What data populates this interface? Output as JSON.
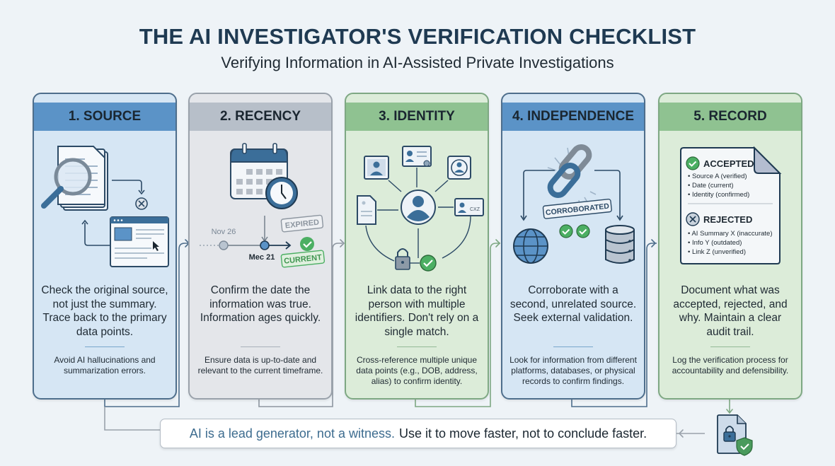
{
  "header": {
    "title": "THE AI INVESTIGATOR'S VERIFICATION CHECKLIST",
    "subtitle": "Verifying Information in AI-Assisted Private Investigations"
  },
  "steps": [
    {
      "title": "1. SOURCE",
      "main": "Check the original source, not just the summary. Trace back to the primary data points.",
      "note": "Avoid AI hallucinations and summarization errors.",
      "icons": [
        "magnifier-documents-icon",
        "reject-x-icon",
        "browser-window-icon",
        "cursor-icon"
      ]
    },
    {
      "title": "2. RECENCY",
      "main": "Confirm the date the information was true. Information ages quickly.",
      "note": "Ensure data is up-to-date and relevant to the current timeframe.",
      "timeline": {
        "old_date": "Nov 26",
        "current_date": "Mec 21",
        "expired_label": "EXPIRED",
        "current_label": "CURRENT"
      },
      "icons": [
        "calendar-clock-icon",
        "timeline-icon",
        "check-icon"
      ]
    },
    {
      "title": "3. IDENTITY",
      "main": "Link data to the right person with multiple identifiers. Don't rely on a single match.",
      "note": "Cross-reference multiple unique data points (e.g., DOB, address, alias) to confirm identity.",
      "id_card_text": "CXZ",
      "icons": [
        "photo-id-icon",
        "certificate-icon",
        "profile-icon",
        "document-icon",
        "id-card-icon",
        "person-icon",
        "lock-icon",
        "check-icon"
      ]
    },
    {
      "title": "4. INDEPENDENCE",
      "main": "Corroborate with a second, unrelated source. Seek external validation.",
      "note": "Look for information from different platforms, databases, or physical records to confirm findings.",
      "badge": "CORROBORATED",
      "icons": [
        "chain-link-icon",
        "globe-icon",
        "database-icon",
        "check-icon"
      ]
    },
    {
      "title": "5. RECORD",
      "main": "Document what was accepted, rejected, and why. Maintain a clear audit trail.",
      "note": "Log the verification process for accountability and defensibility.",
      "record": {
        "accepted_label": "ACCEPTED",
        "accepted_items": [
          "Source A (verified)",
          "Date (current)",
          "Identity (confirmed)"
        ],
        "rejected_label": "REJECTED",
        "rejected_items": [
          "AI Summary X (inaccurate)",
          "Info Y (outdated)",
          "Link Z (unverified)"
        ]
      }
    }
  ],
  "footer": {
    "lead": "AI is a lead generator, not a witness.",
    "rest": "Use it to move faster, not to conclude faster.",
    "icon": "secure-document-shield-icon"
  },
  "colors": {
    "title": "#1f3a52",
    "blue_header": "#5b93c7",
    "gray_header": "#b7bfc9",
    "green_header": "#8fc291",
    "accent_blue": "#3d6c8f",
    "check_green": "#4caf63"
  }
}
